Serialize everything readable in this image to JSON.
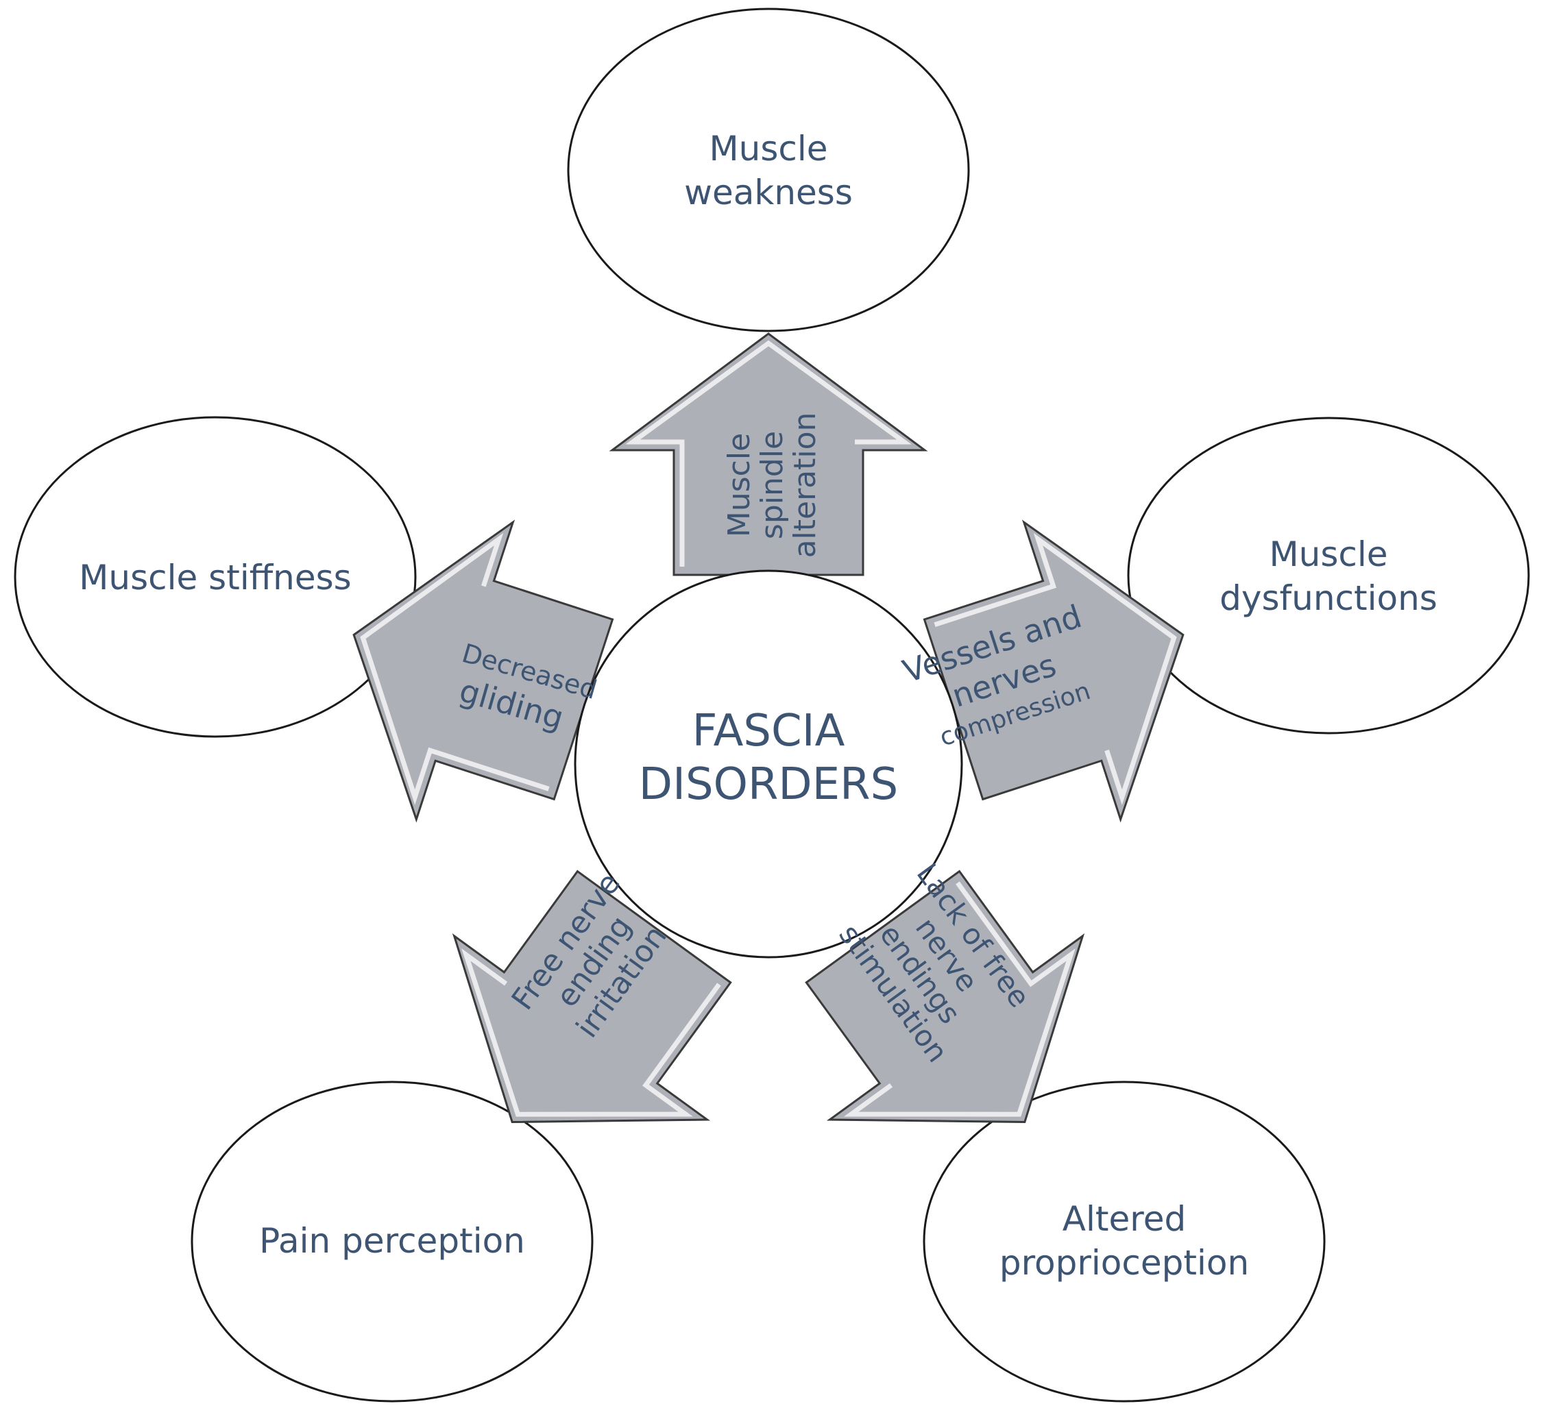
{
  "center": {
    "line1": "FASCIA",
    "line2": "DISORDERS"
  },
  "nodes": {
    "muscle_weakness": {
      "line1": "Muscle",
      "line2": "weakness"
    },
    "muscle_dysfunctions": {
      "line1": "Muscle",
      "line2": "dysfunctions"
    },
    "muscle_stiffness": {
      "line1": "Muscle stiffness"
    },
    "pain_perception": {
      "line1": "Pain perception"
    },
    "altered_proprioception": {
      "line1": "Altered",
      "line2": "proprioception"
    }
  },
  "arrows": {
    "muscle_spindle": {
      "line1": "Muscle",
      "line2": "spindle",
      "line3": "alteration"
    },
    "vessels_nerves": {
      "line1": "Vessels and",
      "line2": "nerves",
      "line3": "compression"
    },
    "decreased_gliding": {
      "line1": "Decreased",
      "line2": "gliding"
    },
    "free_nerve": {
      "line1": "Free nerve",
      "line2": "ending",
      "line3": "irritation"
    },
    "lack_free_nerve": {
      "line1": "Lack of free",
      "line2": "nerve",
      "line3": "endings",
      "line4": "stimulation"
    }
  },
  "colors": {
    "text": "#3d5573",
    "arrow_fill": "#aeb0b8",
    "outline": "#1a1a1a"
  }
}
